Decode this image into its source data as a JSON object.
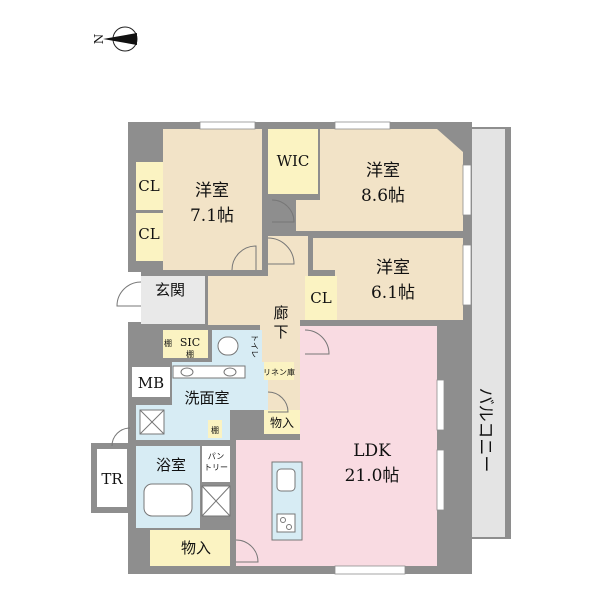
{
  "compass": {
    "north_label": "N"
  },
  "rooms": {
    "western1": {
      "name": "洋室",
      "size": "7.1帖"
    },
    "western2": {
      "name": "洋室",
      "size": "8.6帖"
    },
    "western3": {
      "name": "洋室",
      "size": "6.1帖"
    },
    "ldk": {
      "name": "LDK",
      "size": "21.0帖"
    }
  },
  "labels": {
    "cl1": "CL",
    "cl2": "CL",
    "cl3": "CL",
    "wic": "WIC",
    "genkan": "玄関",
    "rouka_1": "廊",
    "rouka_2": "下",
    "sic": "SIC",
    "shelf1": "棚",
    "shelf2": "棚",
    "shelf3": "棚",
    "toilet": "トイレ",
    "linen": "リネン庫",
    "mb": "MB",
    "senmen": "洗面室",
    "mono1": "物入",
    "mono2": "物入",
    "yokushitsu": "浴室",
    "pantry_1": "パン",
    "pantry_2": "トリー",
    "tr": "TR",
    "balcony": "バルコニー"
  },
  "colors": {
    "wall": "#8e8e8e",
    "western_room": "#f2e3c7",
    "corridor": "#f2e3c7",
    "ldk": "#f9dbe2",
    "wet_area": "#d7ecf4",
    "storage": "#fbf3c2",
    "balcony": "#e4e4e4",
    "genkan": "#e9e9e9"
  }
}
